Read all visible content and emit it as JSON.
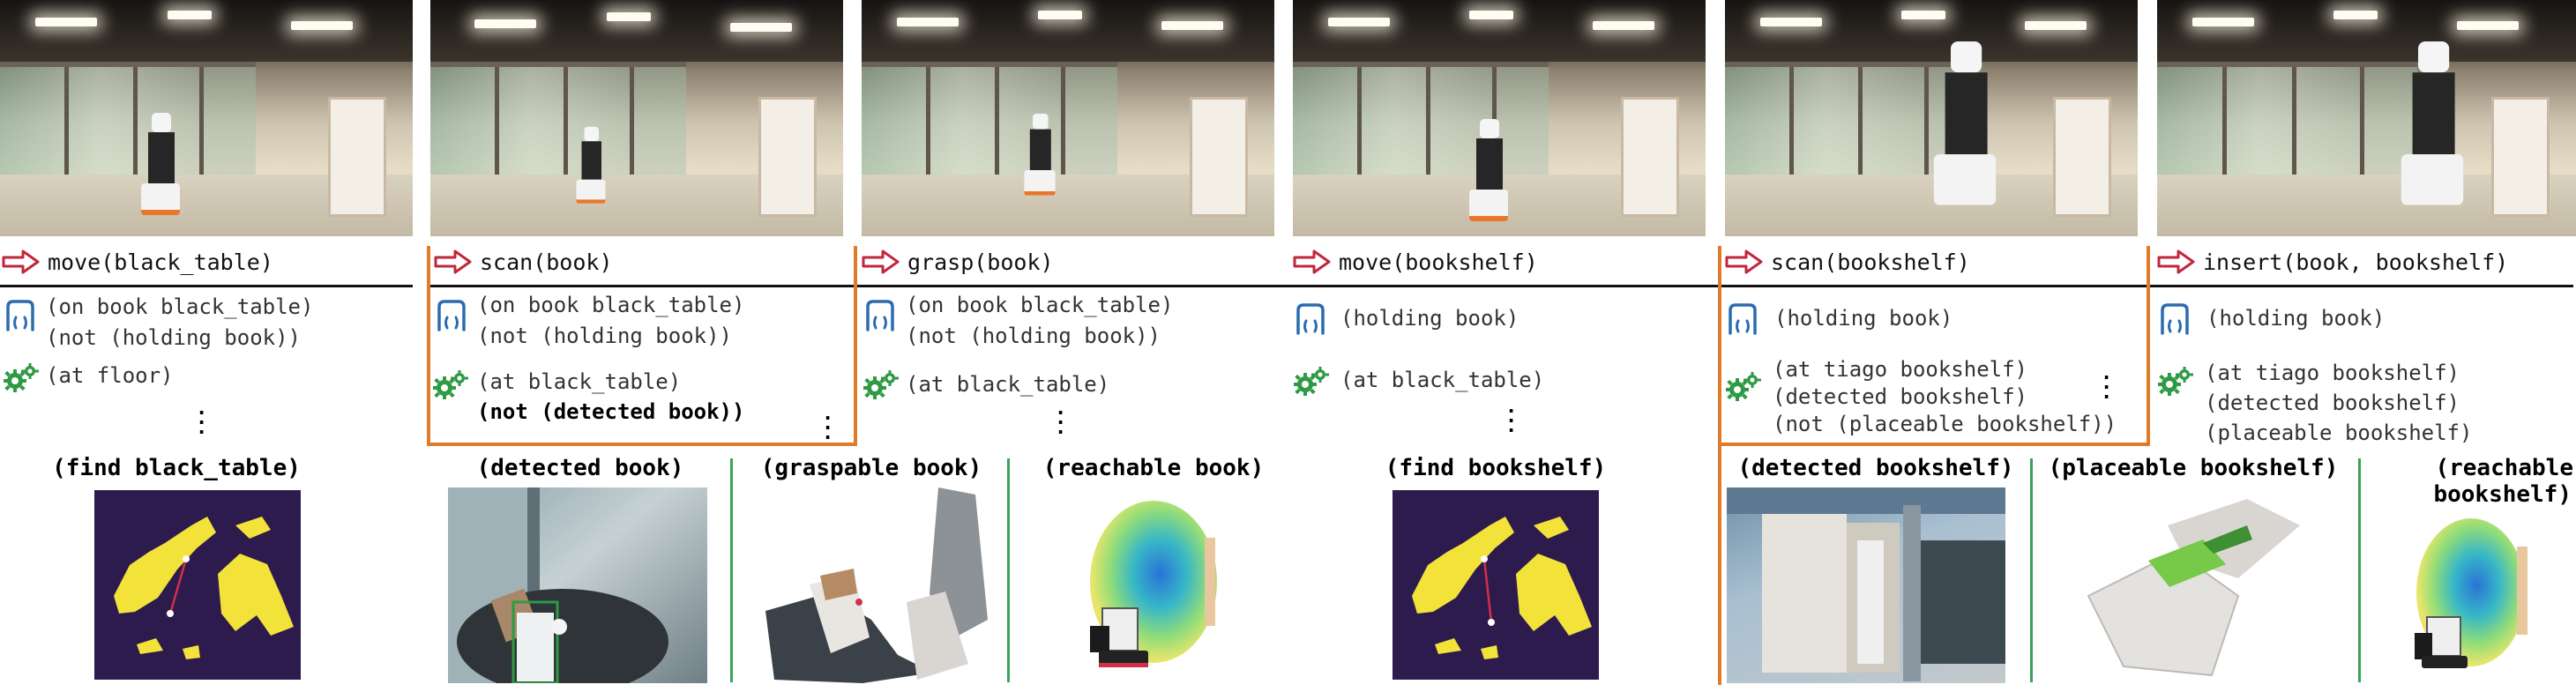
{
  "panels": [
    {
      "action": "move(black_table)",
      "preconditions": [
        "(on book black_table)",
        "(not (holding book))"
      ],
      "effects": [
        "(at floor)"
      ],
      "effects_bold": [],
      "labels": [
        "(find black_table)"
      ]
    },
    {
      "action": "scan(book)",
      "preconditions": [
        "(on book black_table)",
        "(not (holding book))"
      ],
      "effects": [
        "(at black_table)"
      ],
      "effects_bold": [
        "(not (detected book))"
      ],
      "labels": [
        "(detected book)"
      ]
    },
    {
      "action": "grasp(book)",
      "preconditions": [
        "(on book black_table)",
        "(not (holding book))"
      ],
      "effects": [
        "(at black_table)"
      ],
      "effects_bold": [],
      "labels": [
        "(graspable book)",
        "(reachable book)"
      ]
    },
    {
      "action": "move(bookshelf)",
      "preconditions": [
        "(holding book)"
      ],
      "effects": [
        "(at black_table)"
      ],
      "effects_bold": [],
      "labels": [
        "(find bookshelf)"
      ]
    },
    {
      "action": "scan(bookshelf)",
      "preconditions": [
        "(holding book)"
      ],
      "effects": [
        "(at tiago bookshelf)",
        "(detected bookshelf)",
        "(not (placeable bookshelf))"
      ],
      "effects_bold": [],
      "labels": [
        "(detected bookshelf)",
        "(placeable bookshelf)"
      ]
    },
    {
      "action": "insert(book, bookshelf)",
      "preconditions": [
        "(holding book)"
      ],
      "effects": [
        "(at tiago bookshelf)",
        "(detected bookshelf)",
        "(placeable bookshelf)"
      ],
      "effects_bold": [],
      "labels": [
        "(reachable",
        "bookshelf)"
      ]
    }
  ],
  "icons": {
    "action": "action-arrow-icon",
    "precondition": "precondition-bracket-icon",
    "effect": "effect-gears-icon"
  },
  "colors": {
    "action_arrow": "#c0283a",
    "precondition_icon": "#2b6cb0",
    "effect_icon": "#2e9a44",
    "highlight_border": "#e07b2a",
    "separator": "#39a35a"
  }
}
